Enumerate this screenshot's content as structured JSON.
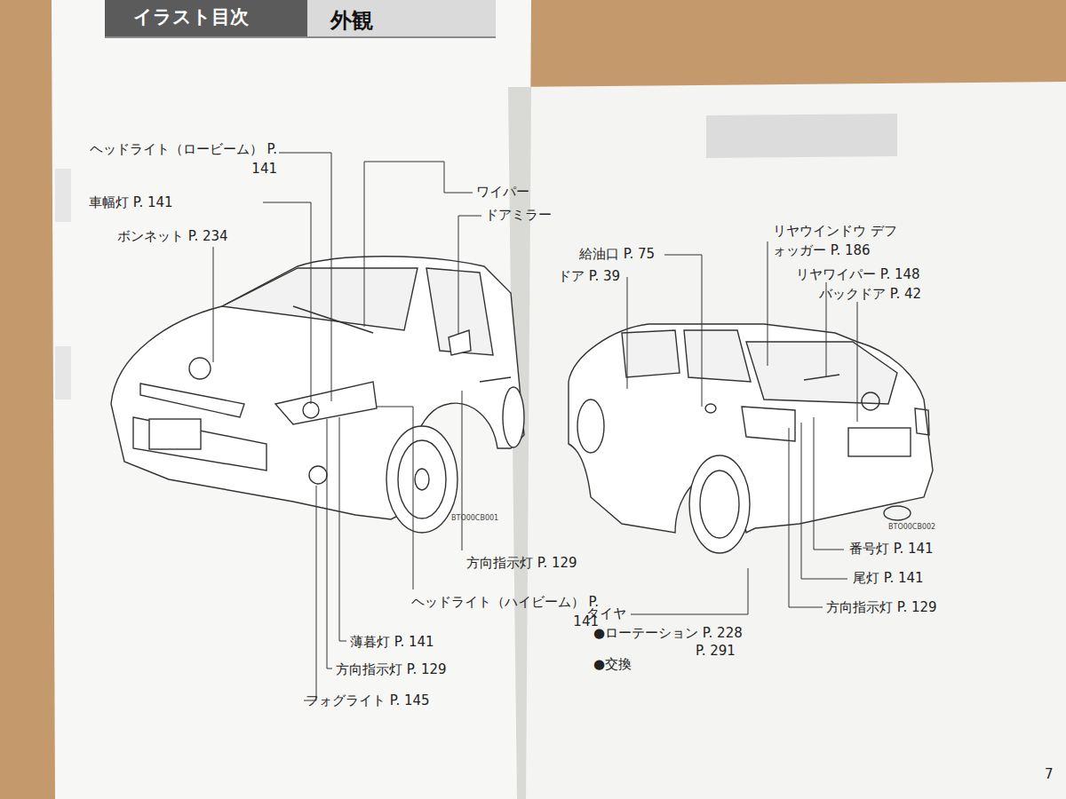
{
  "diagram": {
    "title": "外観",
    "labels": [
      "イラスト目次",
      "ヘッドライト（ロービーム） P. 141",
      "車幅灯 P. 141",
      "ボンネット P. 234",
      "ワイパー",
      "ドアミラー",
      "方向指示灯 P. 129",
      "ヘッドライト（ハイビーム） P. 141",
      "薄暮灯 P. 141",
      "方向指示灯 P. 129",
      "フォグライト P. 145",
      "BTO00CB001",
      "給油口 P. 75",
      "ドア P. 39",
      "リヤウインドウ デフォッガー P. 186",
      "リヤワイパー P. 148",
      "バックドア P. 42",
      "BTO00CB002",
      "番号灯 P. 141",
      "尾灯 P. 141",
      "方向指示灯 P. 129",
      "タイヤ",
      "●ローテーション P. 228",
      "●交換",
      "P. 291",
      "7"
    ]
  }
}
